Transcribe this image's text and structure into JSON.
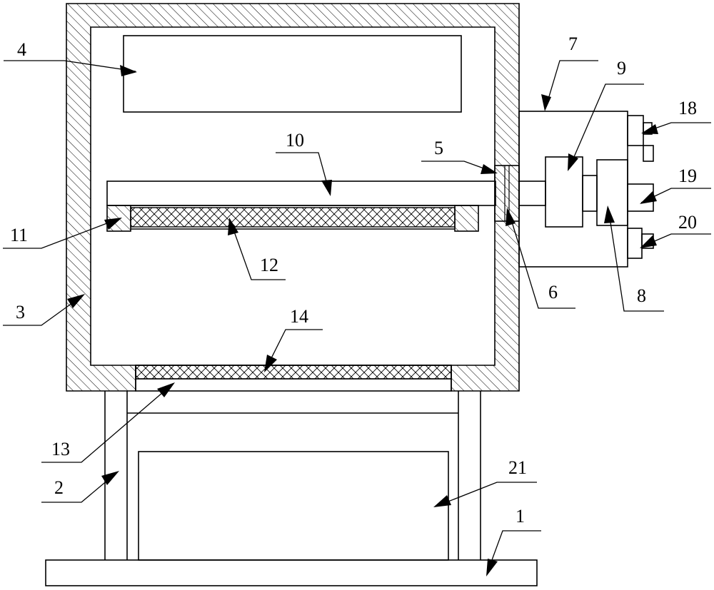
{
  "labels": {
    "l1": "1",
    "l2": "2",
    "l3": "3",
    "l4": "4",
    "l5": "5",
    "l6": "6",
    "l7": "7",
    "l8": "8",
    "l9": "9",
    "l10": "10",
    "l11": "11",
    "l12": "12",
    "l13": "13",
    "l14": "14",
    "l18": "18",
    "l19": "19",
    "l20": "20",
    "l21": "21"
  }
}
